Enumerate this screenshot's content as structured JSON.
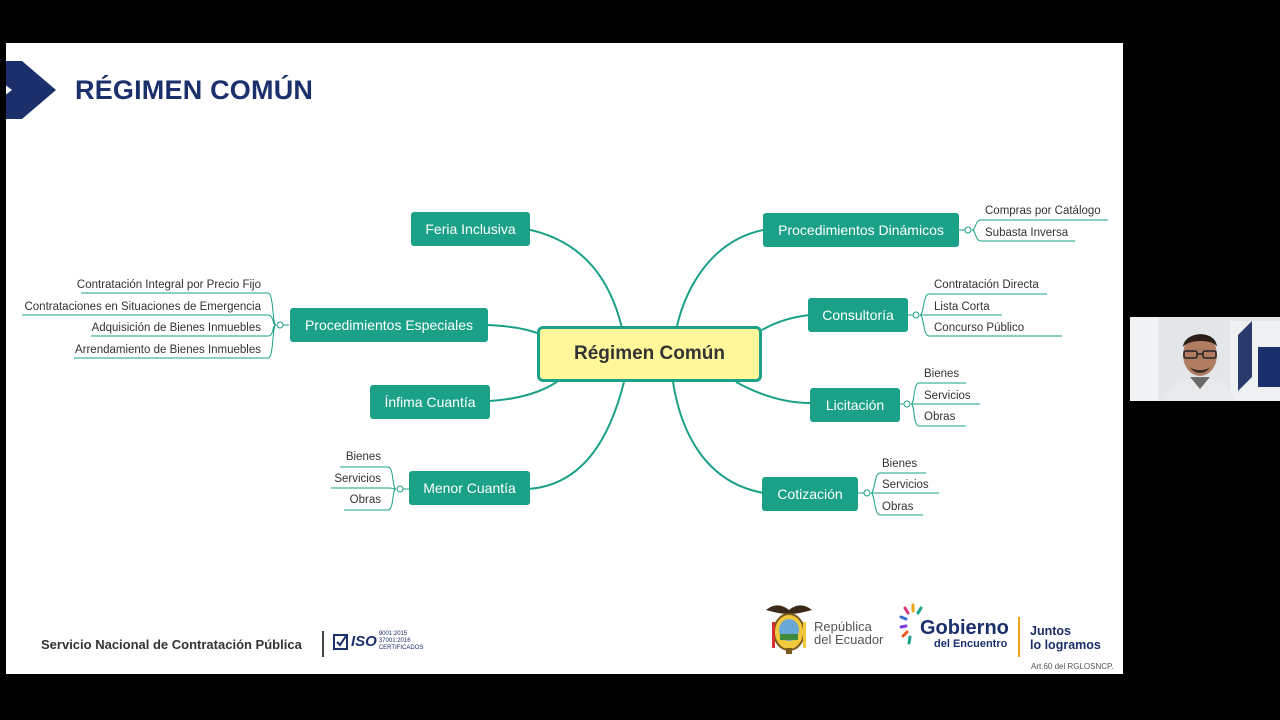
{
  "slide": {
    "title": "RÉGIMEN COMÚN"
  },
  "mindmap": {
    "central": "Régimen Común",
    "branches": {
      "feria": {
        "label": "Feria Inclusiva"
      },
      "dinamicos": {
        "label": "Procedimientos Dinámicos",
        "items": [
          "Compras por Catálogo",
          "Subasta Inversa"
        ]
      },
      "especiales": {
        "label": "Procedimientos Especiales",
        "items": [
          "Contratación Integral por Precio Fijo",
          "Contrataciones en Situaciones de Emergencia",
          "Adquisición de Bienes Inmuebles",
          "Arrendamiento de Bienes Inmuebles"
        ]
      },
      "consultoria": {
        "label": "Consultoría",
        "items": [
          "Contratación Directa",
          "Lista Corta",
          "Concurso Público"
        ]
      },
      "infima": {
        "label": "Ínfima Cuantía"
      },
      "licitacion": {
        "label": "Licitación",
        "items": [
          "Bienes",
          "Servicios",
          "Obras"
        ]
      },
      "menor": {
        "label": "Menor Cuantía",
        "items": [
          "Bienes",
          "Servicios",
          "Obras"
        ]
      },
      "cotizacion": {
        "label": "Cotización",
        "items": [
          "Bienes",
          "Servicios",
          "Obras"
        ]
      }
    }
  },
  "footer": {
    "organization": "Servicio Nacional de Contratación Pública",
    "iso_label": "ISO",
    "iso_codes": [
      "9001:2015",
      "37001:2016"
    ],
    "iso_caption": "CERTIFICADOS",
    "ecuador_line1": "República",
    "ecuador_line2": "del Ecuador",
    "gobierno_line1": "Gobierno",
    "gobierno_line2": "del Encuentro",
    "juntos_line1": "Juntos",
    "juntos_line2": "lo logramos",
    "article_ref": "Art.60 del RGLOSNCP."
  },
  "colors": {
    "node_green": "#1aa187",
    "central_fill": "#fff799",
    "title_navy": "#1b2f6b",
    "accent_gold": "#e8a51a"
  }
}
